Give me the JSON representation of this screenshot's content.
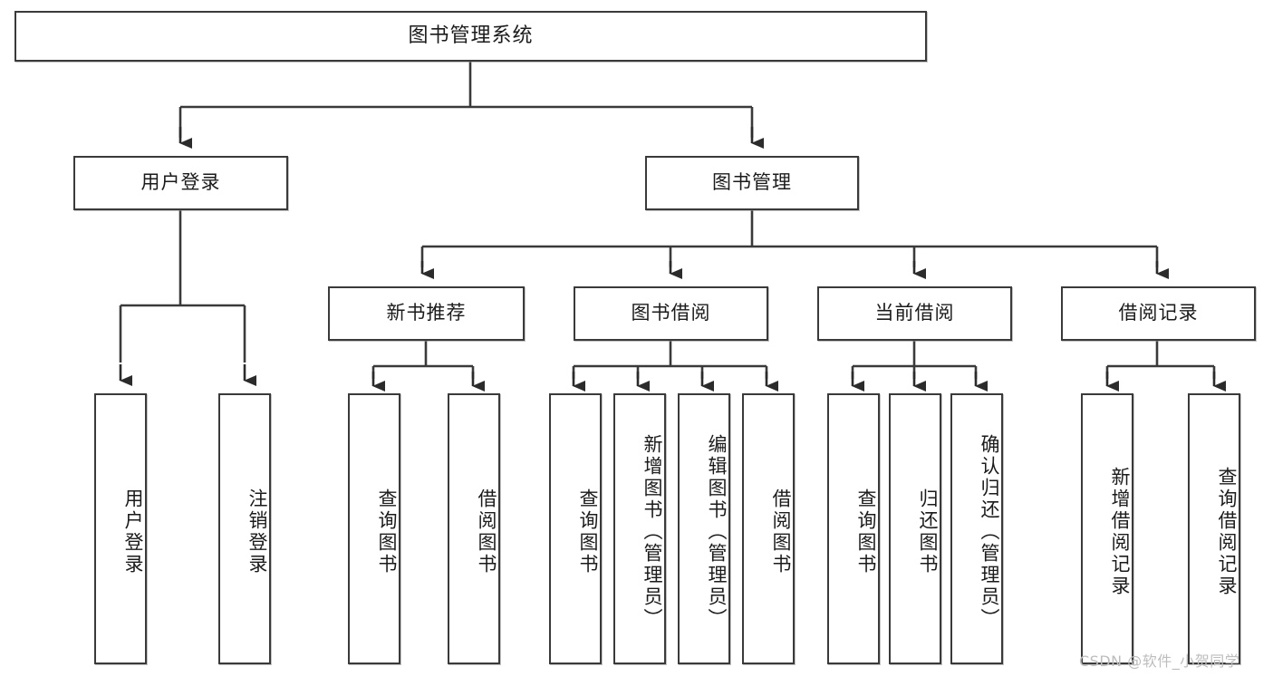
{
  "diagram": {
    "title_box": {
      "label": "图书管理系统"
    },
    "level1": [
      {
        "id": "user-login",
        "label": "用户登录"
      },
      {
        "id": "book-manage",
        "label": "图书管理"
      }
    ],
    "level2": [
      {
        "id": "new-book-rec",
        "label": "新书推荐"
      },
      {
        "id": "book-borrow",
        "label": "图书借阅"
      },
      {
        "id": "current-borrow",
        "label": "当前借阅"
      },
      {
        "id": "borrow-record",
        "label": "借阅记录"
      }
    ],
    "leaves": [
      {
        "id": "leaf-user-login",
        "label": "用户登录",
        "parent": "user-login"
      },
      {
        "id": "leaf-logout-login",
        "label": "注销登录",
        "parent": "user-login"
      },
      {
        "id": "leaf-query-book-1",
        "label": "查询图书",
        "parent": "new-book-rec"
      },
      {
        "id": "leaf-borrow-book-1",
        "label": "借阅图书",
        "parent": "new-book-rec"
      },
      {
        "id": "leaf-query-book-2",
        "label": "查询图书",
        "parent": "book-borrow"
      },
      {
        "id": "leaf-add-book",
        "label": "新增图书（管理员）",
        "parent": "book-borrow"
      },
      {
        "id": "leaf-edit-book",
        "label": "编辑图书（管理员）",
        "parent": "book-borrow"
      },
      {
        "id": "leaf-borrow-book-2",
        "label": "借阅图书",
        "parent": "book-borrow"
      },
      {
        "id": "leaf-query-book-3",
        "label": "查询图书",
        "parent": "current-borrow"
      },
      {
        "id": "leaf-return-book",
        "label": "归还图书",
        "parent": "current-borrow"
      },
      {
        "id": "leaf-confirm-return",
        "label": "确认归还（管理员）",
        "parent": "current-borrow"
      },
      {
        "id": "leaf-add-record",
        "label": "新增借阅记录",
        "parent": "borrow-record"
      },
      {
        "id": "leaf-query-record",
        "label": "查询借阅记录",
        "parent": "borrow-record"
      }
    ],
    "watermark": "CSDN @软件_小贺同学",
    "colors": {
      "stroke": "#3a3a3a",
      "background": "#ffffff",
      "text": "#1b1b1b",
      "watermark": "#bdbdbd"
    }
  }
}
